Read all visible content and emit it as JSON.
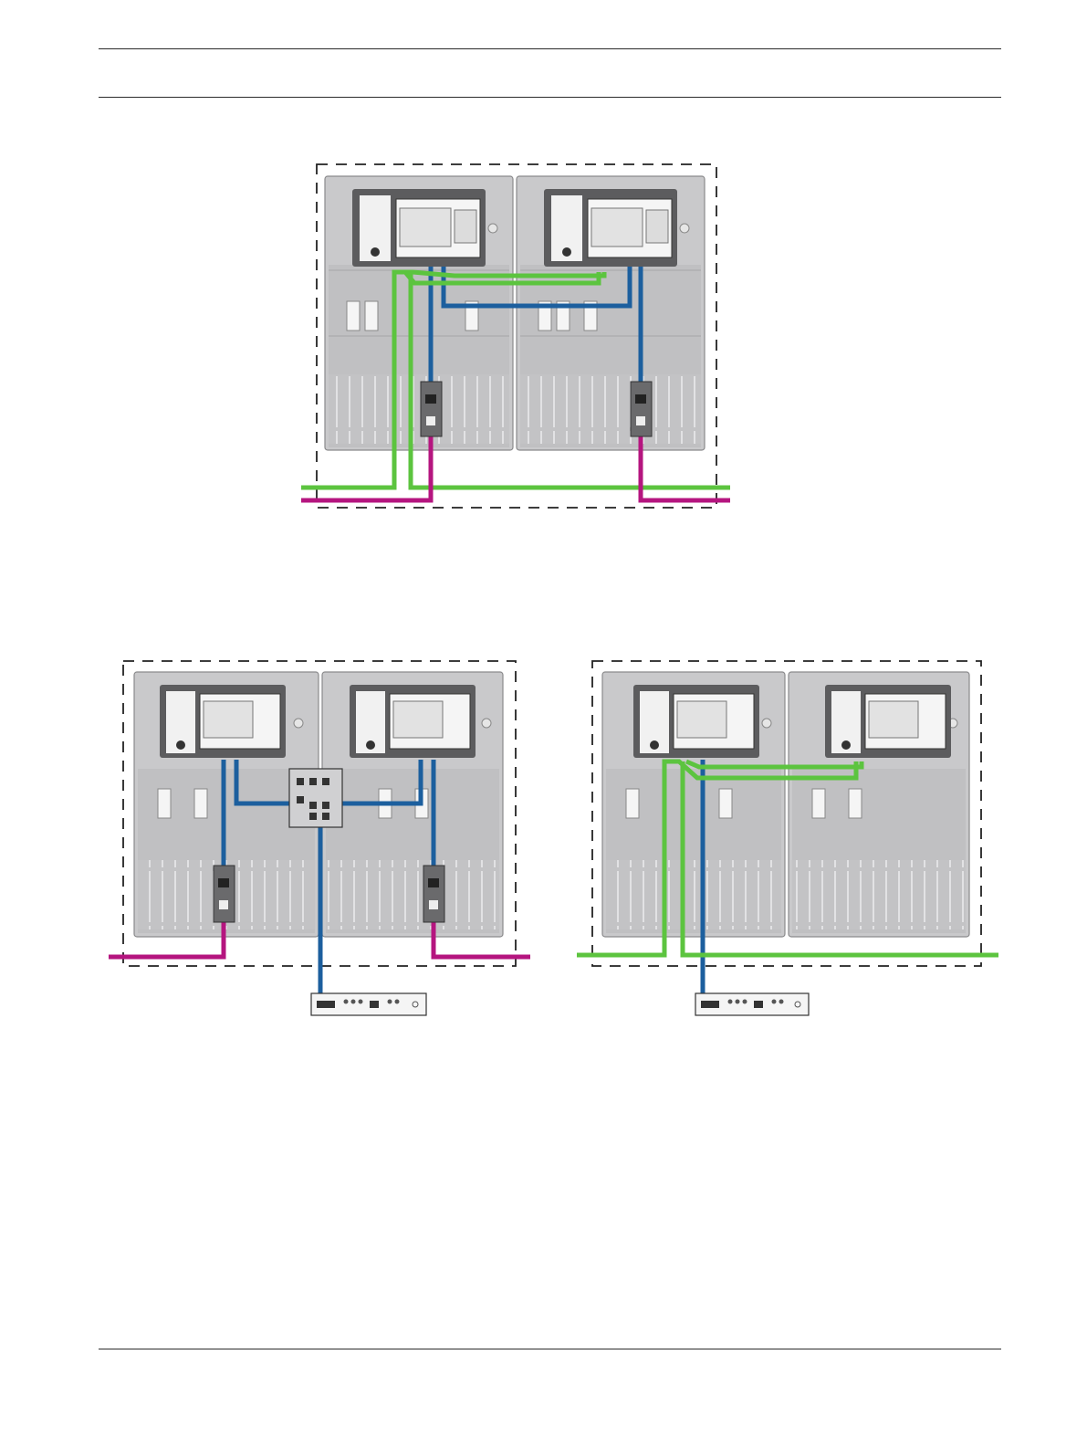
{
  "page": {
    "background": "#ffffff",
    "header_rules": 2,
    "footer_rules": 1
  },
  "colors": {
    "cable_green": "#5cc43f",
    "cable_blue": "#1c5f9e",
    "cable_magenta": "#b5157f",
    "cabinet_fill": "#c8c8ca",
    "cabinet_edge": "#8a8a8c",
    "panel_dark": "#5a5a5c",
    "screen_fill": "#e6e6e6",
    "box_border": "#2b2b2b"
  },
  "figures": [
    {
      "id": "top",
      "description_shown": false,
      "cabinets": 2,
      "icons": [
        "fire-panel-controller",
        "fire-panel-controller",
        "network-adapter",
        "network-adapter"
      ],
      "cables": [
        "green",
        "green",
        "blue",
        "blue",
        "magenta",
        "magenta"
      ]
    },
    {
      "id": "bottom-left",
      "cabinets": 2,
      "icons": [
        "fire-panel-controller",
        "fire-panel-controller",
        "network-adapter",
        "network-adapter",
        "ethernet-switch",
        "network-router"
      ],
      "cables": [
        "blue",
        "blue",
        "blue",
        "magenta",
        "magenta"
      ]
    },
    {
      "id": "bottom-right",
      "cabinets": 2,
      "icons": [
        "fire-panel-controller",
        "fire-panel-controller",
        "network-router"
      ],
      "cables": [
        "green",
        "green",
        "blue"
      ]
    }
  ]
}
